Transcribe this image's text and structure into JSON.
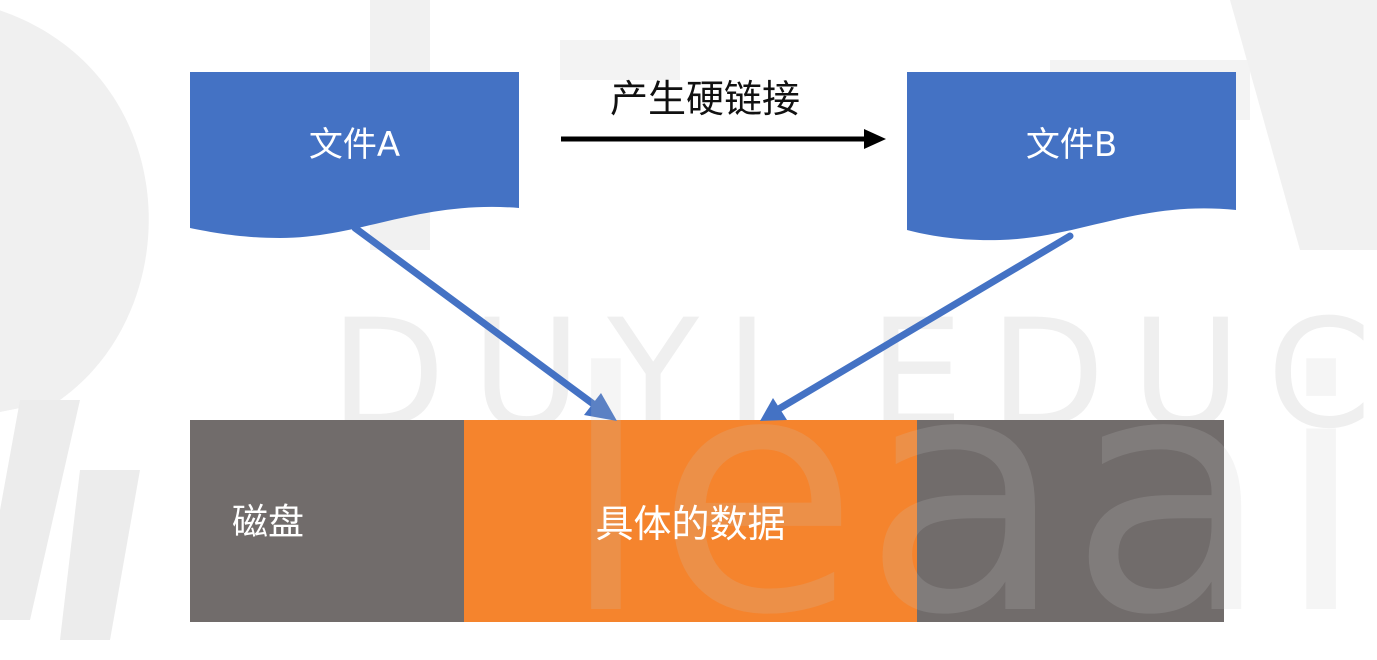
{
  "diagram": {
    "doc_a_label": "文件A",
    "doc_b_label": "文件B",
    "arrow_label": "产生硬链接",
    "disk_label": "磁盘",
    "data_label": "具体的数据"
  },
  "colors": {
    "document_fill": "#4472c4",
    "arrow_blue": "#4472c4",
    "disk_gray": "#716c6b",
    "data_orange": "#f5842d",
    "arrow_black": "#000000"
  },
  "watermark": {
    "latin": "DUYI EDUCA",
    "big": "leaaiv."
  }
}
